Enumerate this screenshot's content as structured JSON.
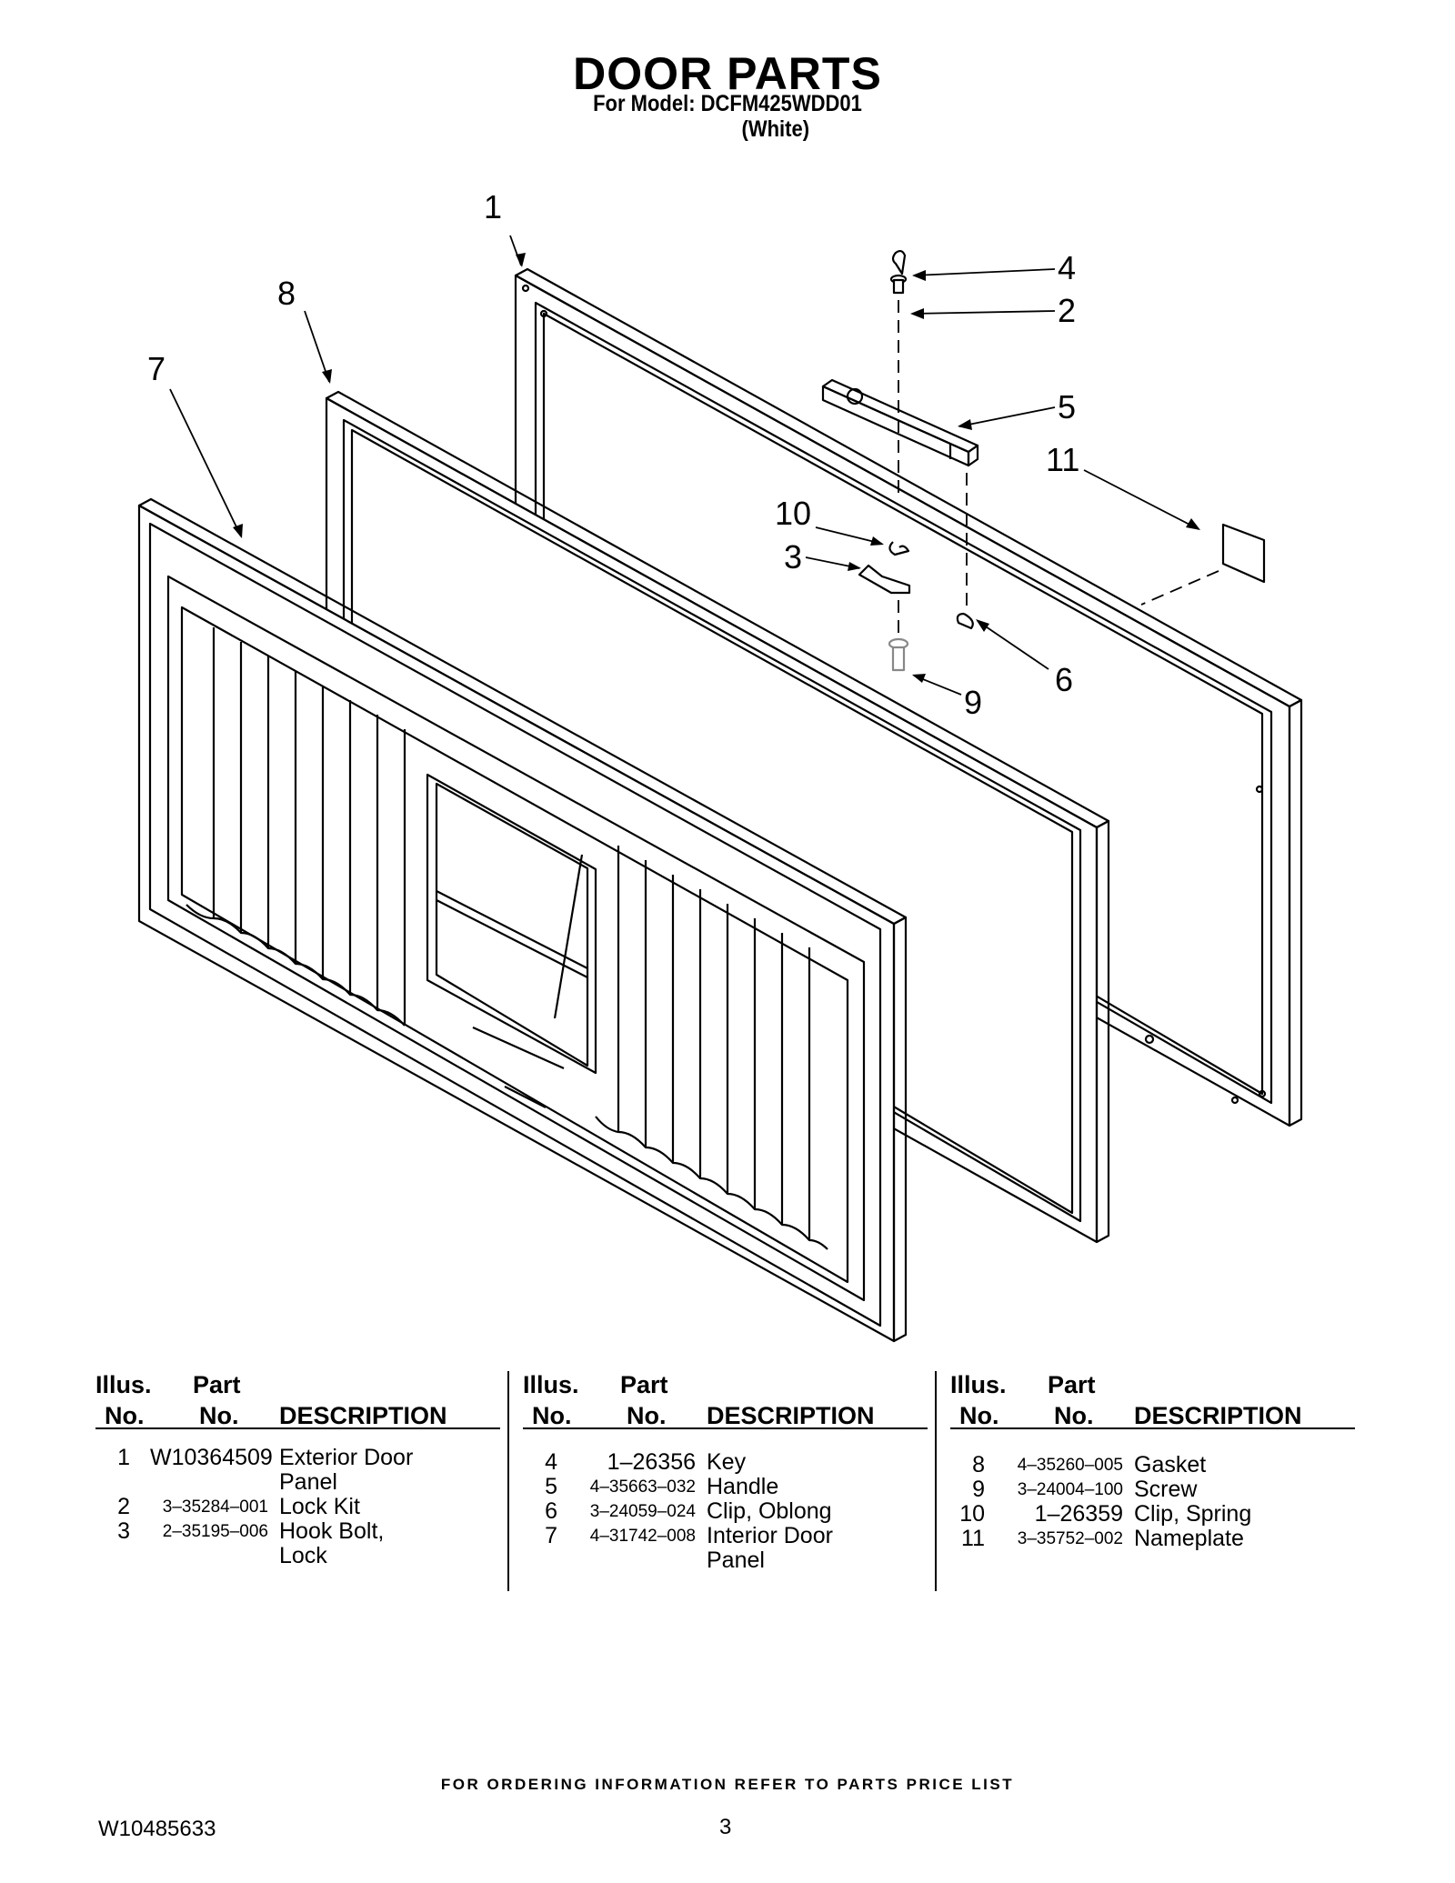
{
  "header": {
    "title": "DOOR PARTS",
    "model_line": "For Model: DCFM425WDD01",
    "color_line": "(White)"
  },
  "diagram": {
    "callouts": [
      "1",
      "2",
      "3",
      "4",
      "5",
      "6",
      "7",
      "8",
      "9",
      "10",
      "11"
    ]
  },
  "table": {
    "headers": {
      "illus_1": "Illus.",
      "illus_2": "No.",
      "part_1": "Part",
      "part_2": "No.",
      "description": "DESCRIPTION"
    },
    "columns": [
      {
        "rows": [
          {
            "illus": "1",
            "part": "W10364509",
            "desc": [
              "Exterior Door",
              "Panel"
            ]
          },
          {
            "illus": "2",
            "part": "3–35284–001",
            "desc": [
              "Lock Kit"
            ]
          },
          {
            "illus": "3",
            "part": "2–35195–006",
            "desc": [
              "Hook Bolt,",
              "Lock"
            ]
          }
        ]
      },
      {
        "rows": [
          {
            "illus": "4",
            "part": "1–26356",
            "desc": [
              "Key"
            ]
          },
          {
            "illus": "5",
            "part": "4–35663–032",
            "desc": [
              "Handle"
            ]
          },
          {
            "illus": "6",
            "part": "3–24059–024",
            "desc": [
              "Clip, Oblong"
            ]
          },
          {
            "illus": "7",
            "part": "4–31742–008",
            "desc": [
              "Interior Door",
              "Panel"
            ]
          }
        ]
      },
      {
        "rows": [
          {
            "illus": "8",
            "part": "4–35260–005",
            "desc": [
              "Gasket"
            ]
          },
          {
            "illus": "9",
            "part": "3–24004–100",
            "desc": [
              "Screw"
            ]
          },
          {
            "illus": "10",
            "part": "1–26359",
            "desc": [
              "Clip, Spring"
            ]
          },
          {
            "illus": "11",
            "part": "3–35752–002",
            "desc": [
              "Nameplate"
            ]
          }
        ]
      }
    ]
  },
  "footer": {
    "note": "FOR ORDERING INFORMATION REFER TO PARTS PRICE LIST",
    "doc_number": "W10485633",
    "page_number": "3"
  }
}
